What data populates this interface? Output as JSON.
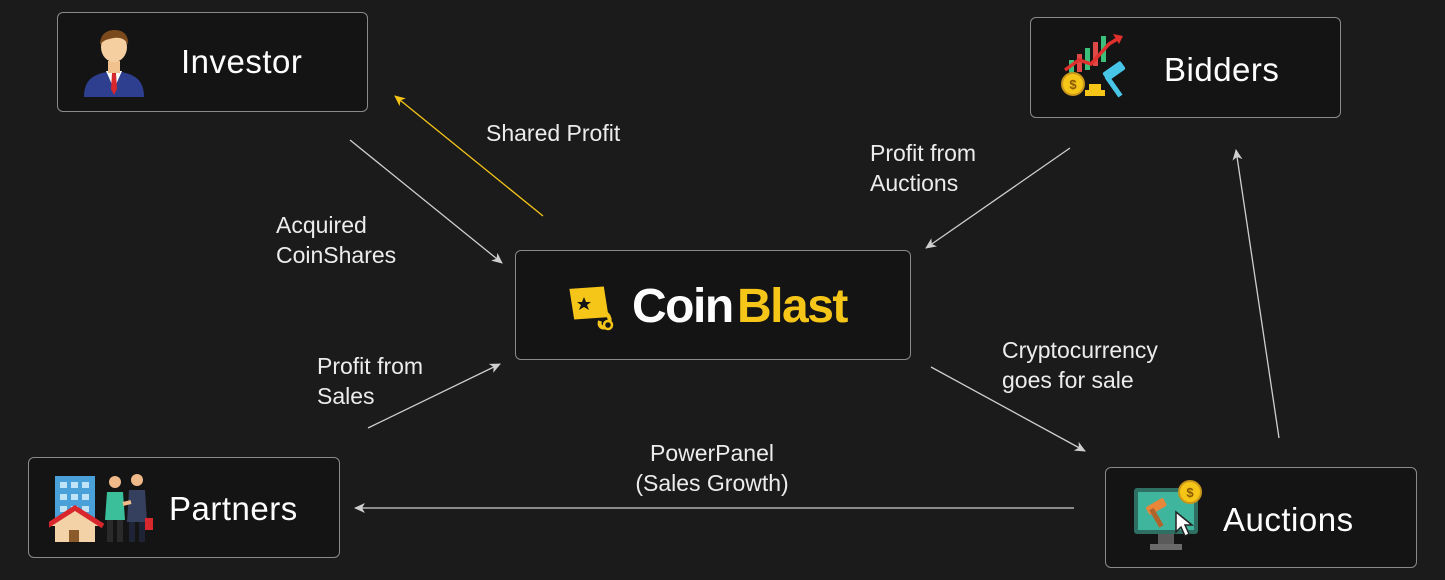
{
  "nodes": {
    "investor": {
      "label": "Investor",
      "icon": "businessman-icon"
    },
    "bidders": {
      "label": "Bidders",
      "icon": "auction-growth-chart-icon"
    },
    "coinblast": {
      "logo_part1": "Coin",
      "logo_part2": "Blast",
      "icon": "ticket-tag-icon"
    },
    "partners": {
      "label": "Partners",
      "icon": "building-handshake-icon"
    },
    "auctions": {
      "label": "Auctions",
      "icon": "monitor-gavel-icon"
    }
  },
  "edges": {
    "shared_profit": "Shared Profit",
    "acquired_coinshares_line1": "Acquired",
    "acquired_coinshares_line2": "CoinShares",
    "profit_from_auctions_line1": "Profit from",
    "profit_from_auctions_line2": "Auctions",
    "profit_from_sales_line1": "Profit from",
    "profit_from_sales_line2": "Sales",
    "crypto_sale_line1": "Cryptocurrency",
    "crypto_sale_line2": "goes for sale",
    "powerpanel_line1": "PowerPanel",
    "powerpanel_line2": "(Sales Growth)"
  },
  "colors": {
    "background": "#1b1b1b",
    "node_border": "#8a8a8a",
    "arrow": "#cfcfcf",
    "highlight_arrow": "#f5c518",
    "brand_yellow": "#f5c518"
  }
}
